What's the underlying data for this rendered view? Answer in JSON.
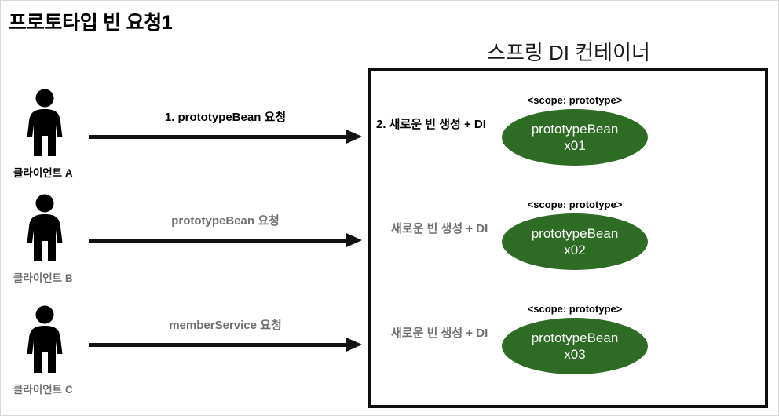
{
  "page": {
    "title": "프로토타입 빈 요청1",
    "background_color": "#ffffff"
  },
  "container": {
    "title": "스프링 DI 컨테이너",
    "border_color": "#0d0d0d"
  },
  "colors": {
    "bean_green": "#2e6b24",
    "text_dark": "#000000",
    "text_gray": "#6f6f6f",
    "arrow": "#111111"
  },
  "clients": [
    {
      "label": "클라이언트 A",
      "icon": "person-icon",
      "color": "#000000"
    },
    {
      "label": "클라이언트 B",
      "icon": "person-icon",
      "color": "#6f6f6f"
    },
    {
      "label": "클라이언트 C",
      "icon": "person-icon",
      "color": "#6f6f6f"
    }
  ],
  "request_arrows": [
    {
      "label": "1. prototypeBean 요청",
      "color": "#000000"
    },
    {
      "label": "prototypeBean 요청",
      "color": "#6f6f6f"
    },
    {
      "label": "memberService 요청",
      "color": "#6f6f6f"
    }
  ],
  "step_labels": [
    {
      "label": "2. 새로운 빈 생성 + DI",
      "color": "#000000"
    },
    {
      "label": "새로운 빈 생성 + DI",
      "color": "#6f6f6f"
    },
    {
      "label": "새로운 빈 생성 + DI",
      "color": "#6f6f6f"
    }
  ],
  "beans": [
    {
      "scope": "<scope: prototype>",
      "name": "prototypeBean",
      "instance": "x01"
    },
    {
      "scope": "<scope: prototype>",
      "name": "prototypeBean",
      "instance": "x02"
    },
    {
      "scope": "<scope: prototype>",
      "name": "prototypeBean",
      "instance": "x03"
    }
  ]
}
